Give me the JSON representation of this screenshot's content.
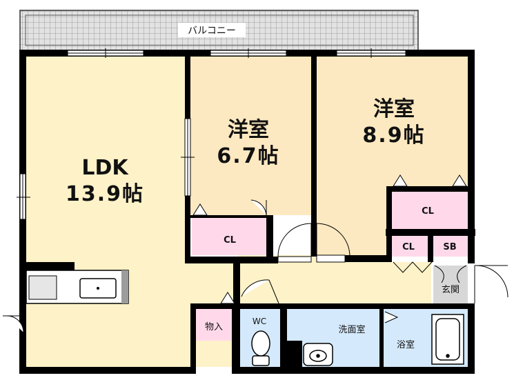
{
  "balcony": {
    "label": "バルコニー"
  },
  "rooms": {
    "ldk": {
      "name": "LDK",
      "size": "13.9帖"
    },
    "western_a": {
      "name": "洋室",
      "size": "6.7帖"
    },
    "western_b": {
      "name": "洋室",
      "size": "8.9帖"
    },
    "closet_a": "CL",
    "closet_b": "CL",
    "closet_c": "CL",
    "shoe_box": "SB",
    "entrance": "玄関",
    "storage": "物入",
    "toilet": "WC",
    "washroom": "洗面室",
    "bathroom": "浴室"
  },
  "colors": {
    "wall": "#000000",
    "ldk_fill": "#fdf2c8",
    "western_fill": "#fde9c1",
    "closet_fill": "#ffd9ea",
    "corridor_fill": "#fdf2c8",
    "water_fill": "#d4e9fb",
    "entrance_fill": "#d7d7d7",
    "balcony_fill": "#d0d0d0"
  }
}
